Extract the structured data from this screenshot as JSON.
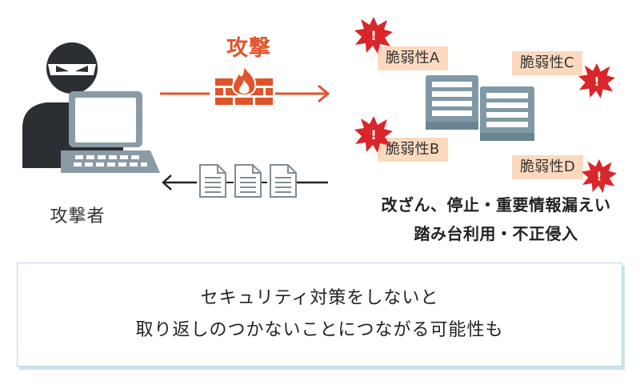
{
  "attack_label": "攻撃",
  "attacker_label": "攻撃者",
  "vulnerabilities": [
    {
      "label": "脆弱性A"
    },
    {
      "label": "脆弱性B"
    },
    {
      "label": "脆弱性C"
    },
    {
      "label": "脆弱性D"
    }
  ],
  "result": {
    "line1": "改ざん、停止・重要情報漏えい",
    "line2": "踏み台利用・不正侵入"
  },
  "warning": {
    "line1": "セキュリティ対策をしないと",
    "line2": "取り返しのつかないことにつながる可能性も"
  },
  "colors": {
    "accent_orange": "#e0542b",
    "burst_red": "#d9262b",
    "label_peach": "#fbd9bf",
    "attacker_dark": "#2b2e33",
    "laptop_gray": "#8a9ba5",
    "server_gray": "#7f9aa6"
  },
  "icons": [
    "attacker-icon",
    "laptop-icon",
    "firewall-icon",
    "server-icon",
    "burst-icon",
    "document-icon"
  ]
}
